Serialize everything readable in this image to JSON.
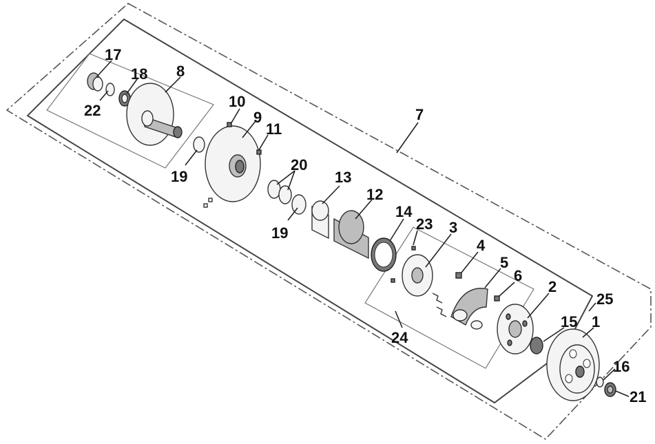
{
  "diagram": {
    "callouts": [
      {
        "id": "c1",
        "text": "1"
      },
      {
        "id": "c2",
        "text": "2"
      },
      {
        "id": "c3",
        "text": "3"
      },
      {
        "id": "c4",
        "text": "4"
      },
      {
        "id": "c5",
        "text": "5"
      },
      {
        "id": "c6",
        "text": "6"
      },
      {
        "id": "c7",
        "text": "7"
      },
      {
        "id": "c8",
        "text": "8"
      },
      {
        "id": "c9",
        "text": "9"
      },
      {
        "id": "c10",
        "text": "10"
      },
      {
        "id": "c11",
        "text": "11"
      },
      {
        "id": "c12",
        "text": "12"
      },
      {
        "id": "c13",
        "text": "13"
      },
      {
        "id": "c14",
        "text": "14"
      },
      {
        "id": "c15",
        "text": "15"
      },
      {
        "id": "c16",
        "text": "16"
      },
      {
        "id": "c17",
        "text": "17"
      },
      {
        "id": "c18",
        "text": "18"
      },
      {
        "id": "c19a",
        "text": "19"
      },
      {
        "id": "c19b",
        "text": "19"
      },
      {
        "id": "c20",
        "text": "20"
      },
      {
        "id": "c21",
        "text": "21"
      },
      {
        "id": "c22",
        "text": "22"
      },
      {
        "id": "c23",
        "text": "23"
      },
      {
        "id": "c24",
        "text": "24"
      },
      {
        "id": "c25",
        "text": "25"
      }
    ]
  }
}
